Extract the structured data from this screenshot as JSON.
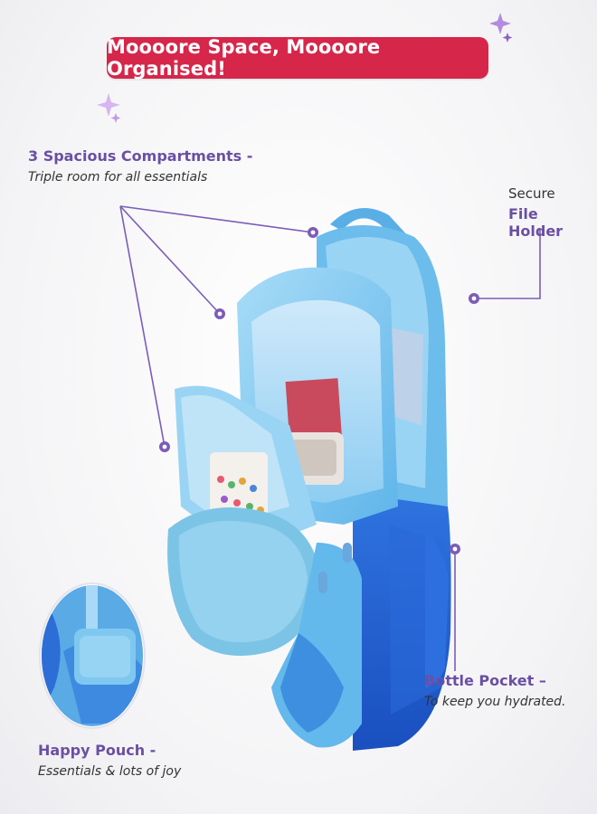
{
  "banner": {
    "text": "Moooore Space, Moooore Organised!"
  },
  "callouts": {
    "compartments": {
      "title": "3 Spacious Compartments -",
      "subtitle": "Triple room for all essentials"
    },
    "file_holder": {
      "line1": "Secure",
      "line2": "File Holder"
    },
    "bottle_pocket": {
      "title": "Bottle Pocket –",
      "subtitle": "To keep you hydrated."
    },
    "happy_pouch": {
      "title": "Happy Pouch -",
      "subtitle": "Essentials & lots of joy"
    }
  },
  "colors": {
    "banner": "#d6264a",
    "accent_purple": "#6b4fa3",
    "bag_light_blue": "#7ec8f0",
    "bag_royal_blue": "#1f5fd0"
  },
  "icons": [
    "sparkle-icon",
    "flower-marker-icon"
  ]
}
